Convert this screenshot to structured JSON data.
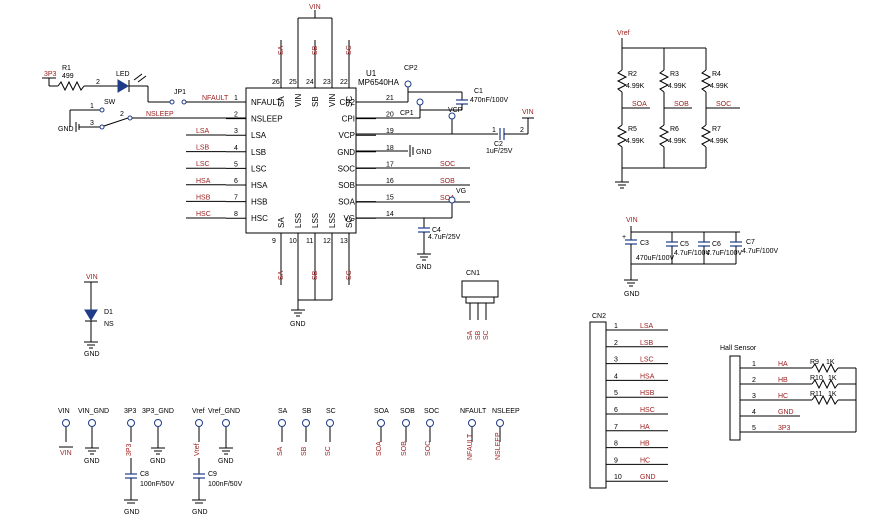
{
  "ic": {
    "ref": "U1",
    "part": "MP6540HA",
    "left_pins": [
      [
        "1",
        "NFAULT"
      ],
      [
        "2",
        "NSLEEP"
      ],
      [
        "3",
        "LSA"
      ],
      [
        "4",
        "LSB"
      ],
      [
        "5",
        "LSC"
      ],
      [
        "6",
        "HSA"
      ],
      [
        "7",
        "HSB"
      ],
      [
        "8",
        "HSC"
      ]
    ],
    "right_pins": [
      [
        "21",
        "CP2"
      ],
      [
        "20",
        "CPI"
      ],
      [
        "19",
        "VCP"
      ],
      [
        "18",
        "GND"
      ],
      [
        "17",
        "SOC"
      ],
      [
        "16",
        "SOB"
      ],
      [
        "15",
        "SOA"
      ],
      [
        "14",
        "VG"
      ]
    ],
    "top_pins": [
      [
        "26",
        "SA"
      ],
      [
        "25",
        "VIN"
      ],
      [
        "24",
        "SB"
      ],
      [
        "23",
        "VIN"
      ],
      [
        "22",
        "SC"
      ]
    ],
    "bottom_pins": [
      [
        "9",
        "SA"
      ],
      [
        "10",
        "LSS"
      ],
      [
        "11",
        "LSS"
      ],
      [
        "12",
        "LSS"
      ],
      [
        "13",
        "SC"
      ]
    ]
  },
  "nets": {
    "vin": "VIN",
    "gnd": "GND",
    "p3v3": "3P3",
    "vref": "Vref",
    "vg": "VG",
    "vcp": "VCP",
    "cp1": "CP1",
    "cp2": "CP2",
    "nfault": "NFAULT",
    "nsleep": "NSLEEP",
    "sw": "SW",
    "jp1": "JP1",
    "led": "LED",
    "lsa": "LSA",
    "lsb": "LSB",
    "lsc": "LSC",
    "hsa": "HSA",
    "hsb": "HSB",
    "hsc": "HSC",
    "sa": "SA",
    "sb": "SB",
    "sc": "SC",
    "soa": "SOA",
    "sob": "SOB",
    "soc": "SOC",
    "gnd_r": "GND"
  },
  "parts": {
    "r1": "R1",
    "r1v": "499",
    "c1": "C1",
    "c1v": "470nF/100V",
    "c2": "C2",
    "c2v": "1uF/25V",
    "c4": "C4",
    "c4v": "4.7uF/25V",
    "r2": "R2",
    "r3": "R3",
    "r4": "R4",
    "r5": "R5",
    "r6": "R6",
    "r7": "R7",
    "rv": "4.99K",
    "c3": "C3",
    "c3v": "470uF/100V",
    "c5": "C5",
    "c5v": "4.7uF/100V",
    "c6": "C6",
    "c6v": "4.7uF/100V",
    "c7": "C7",
    "c7v": "4.7uF/100V",
    "d1": "D1",
    "d1v": "NS",
    "cn1": "CN1",
    "cn2": "CN2",
    "c8": "C8",
    "c8v": "100nF/50V",
    "c9": "C9",
    "c9v": "100nF/50V",
    "r9": "R9",
    "r10": "R10",
    "r11": "R11",
    "rk": "1K",
    "hall": "Hall Sensor"
  },
  "cn2_pins": [
    [
      "1",
      "LSA"
    ],
    [
      "2",
      "LSB"
    ],
    [
      "3",
      "LSC"
    ],
    [
      "4",
      "HSA"
    ],
    [
      "5",
      "HSB"
    ],
    [
      "6",
      "HSC"
    ],
    [
      "7",
      "HA"
    ],
    [
      "8",
      "HB"
    ],
    [
      "9",
      "HC"
    ],
    [
      "10",
      "GND"
    ]
  ],
  "hall_pins": [
    [
      "1",
      "HA"
    ],
    [
      "2",
      "HB"
    ],
    [
      "3",
      "HC"
    ],
    [
      "4",
      "GND"
    ],
    [
      "5",
      "3P3"
    ]
  ],
  "testpoints": {
    "vin": "VIN",
    "vin_gnd": "VIN_GND",
    "p3": "3P3",
    "p3_gnd": "3P3_GND",
    "vref": "Vref",
    "vref_gnd": "Vref_GND",
    "sa": "SA",
    "sb": "SB",
    "sc": "SC",
    "soa": "SOA",
    "sob": "SOB",
    "soc": "SOC",
    "nfault": "NFAULT",
    "nsleep": "NSLEEP"
  },
  "misc": {
    "pin1": "1",
    "pin2": "2",
    "pin3": "3",
    "plus": "+"
  }
}
